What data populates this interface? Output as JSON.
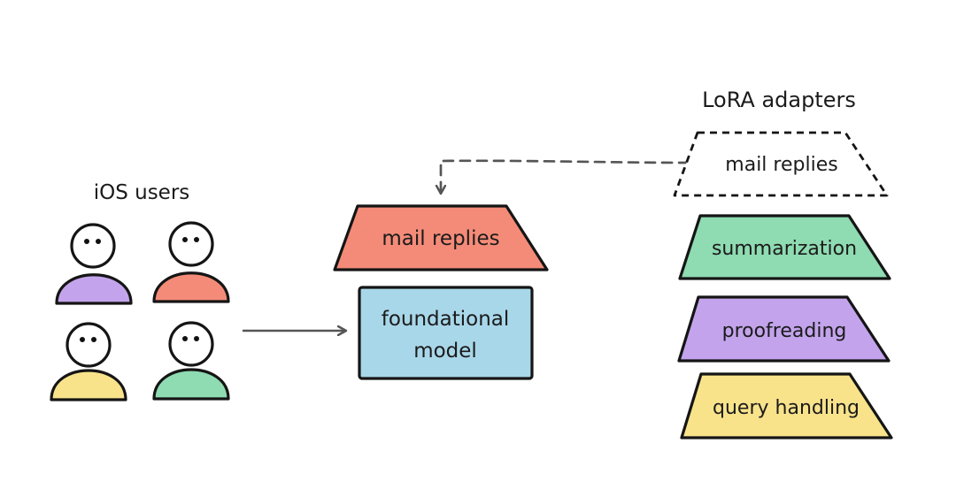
{
  "diagram": {
    "users_label": "iOS users",
    "adapters_label": "LoRA adapters",
    "active_adapter": {
      "label": "mail replies",
      "color": "#f48b78"
    },
    "foundation_model": {
      "line1": "foundational",
      "line2": "model",
      "color": "#a9d7ea"
    },
    "users": [
      {
        "name": "user-purple",
        "color": "#c3a4ec"
      },
      {
        "name": "user-coral",
        "color": "#f48b78"
      },
      {
        "name": "user-yellow",
        "color": "#f8e38b"
      },
      {
        "name": "user-green",
        "color": "#8fdbb2"
      }
    ],
    "adapters": [
      {
        "label": "mail replies",
        "style": "dashed",
        "color": "#ffffff"
      },
      {
        "label": "summarization",
        "style": "solid",
        "color": "#8fdbb2"
      },
      {
        "label": "proofreading",
        "style": "solid",
        "color": "#c3a4ec"
      },
      {
        "label": "query handling",
        "style": "solid",
        "color": "#f8e38b"
      }
    ]
  }
}
